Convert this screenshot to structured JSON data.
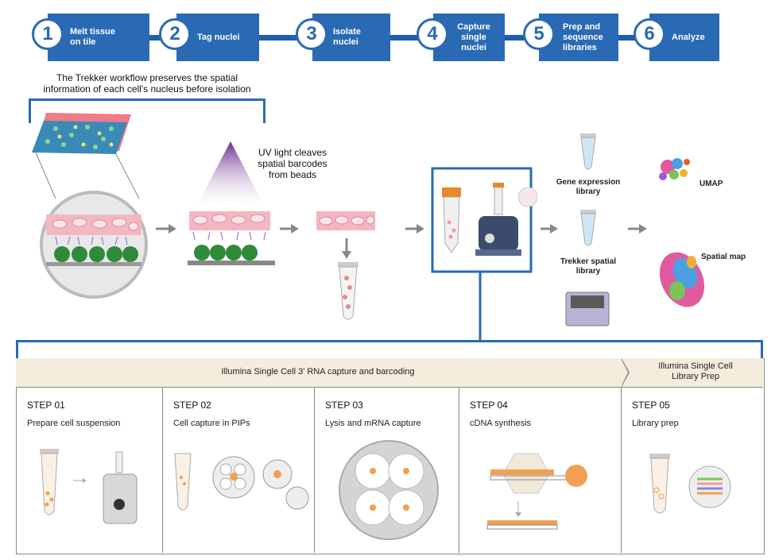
{
  "workflow_steps": [
    {
      "num": "1",
      "label": "Melt tissue on tile"
    },
    {
      "num": "2",
      "label": "Tag nuclei"
    },
    {
      "num": "3",
      "label": "Isolate nuclei"
    },
    {
      "num": "4",
      "label": "Capture single nuclei"
    },
    {
      "num": "5",
      "label": "Prep and sequence libraries"
    },
    {
      "num": "6",
      "label": "Analyze"
    }
  ],
  "workflow_caption": "The Trekker workflow preserves the spatial information of each cell's nucleus before isolation",
  "uv_caption": "UV light cleaves spatial barcodes from beads",
  "outputs": {
    "gene_expression": "Gene expression library",
    "trekker_spatial": "Trekker spatial library",
    "umap": "UMAP",
    "spatial_map": "Spatial map"
  },
  "bottom": {
    "band_left": "Illumina Single Cell 3' RNA capture and barcoding",
    "band_right": "Illumina Single Cell Library Prep",
    "steps": [
      {
        "title": "STEP 01",
        "subtitle": "Prepare cell suspension"
      },
      {
        "title": "STEP 02",
        "subtitle": "Cell capture in PIPs"
      },
      {
        "title": "STEP 03",
        "subtitle": "Lysis and mRNA capture"
      },
      {
        "title": "STEP 04",
        "subtitle": "cDNA synthesis"
      },
      {
        "title": "STEP 05",
        "subtitle": "Library prep"
      }
    ]
  },
  "colors": {
    "brand_blue": "#2a6ab4",
    "band_beige": "#f4ecdc",
    "bead_green": "#2f8a3a",
    "tissue_pink": "#f2b8c0",
    "accent_orange": "#f0a050"
  }
}
